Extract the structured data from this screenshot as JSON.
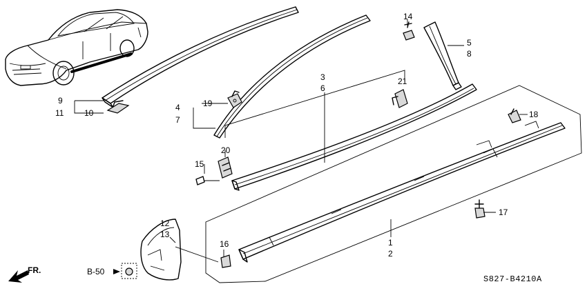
{
  "diagram": {
    "code": "S827-B4210A",
    "direction": "FR.",
    "ref": "B-50",
    "labels": {
      "l1": "1",
      "l2": "2",
      "l3": "3",
      "l4": "4",
      "l5": "5",
      "l6": "6",
      "l7": "7",
      "l8": "8",
      "l9": "9",
      "l10": "10",
      "l11": "11",
      "l12": "12",
      "l13": "13",
      "l14": "14",
      "l15": "15",
      "l16": "16",
      "l17": "17",
      "l18": "18",
      "l19": "19",
      "l20": "20",
      "l21": "21"
    }
  }
}
